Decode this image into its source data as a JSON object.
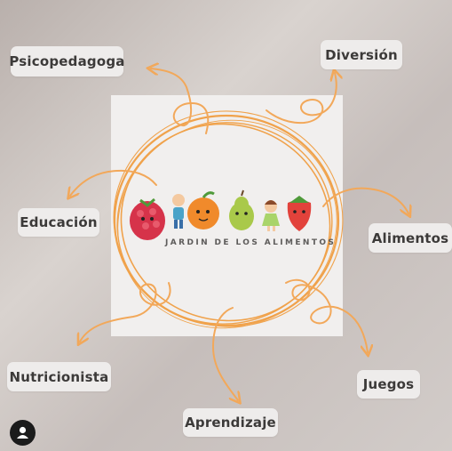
{
  "labels": {
    "psicopedagoga": "Psicopedagoga",
    "diversion": "Diversión",
    "educacion": "Educación",
    "alimentos": "Alimentos",
    "nutricionista": "Nutricionista",
    "juegos": "Juegos",
    "aprendizaje": "Aprendizaje"
  },
  "logo": {
    "brand_text": "JARDIN DE LOS ALIMENTOS"
  },
  "colors": {
    "arrow": "#f2a85a",
    "ring": "#f0a24b",
    "card": "#f1efee",
    "label_bg": "#eeeceb",
    "label_text": "#3c3a39"
  },
  "icons": {
    "profile": "user-avatar-icon"
  }
}
